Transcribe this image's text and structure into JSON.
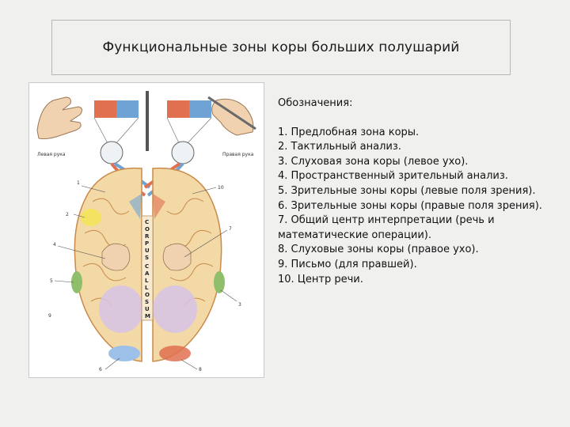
{
  "slide": {
    "title": "Функциональные зоны коры больших полушарий"
  },
  "figure": {
    "left_hand_label": "Левая рука",
    "right_hand_label": "Правая рука",
    "corpus_callosum_letters": [
      "C",
      "O",
      "R",
      "P",
      "U",
      "S",
      "C",
      "A",
      "L",
      "L",
      "O",
      "S",
      "U",
      "M"
    ],
    "zone_numbers": [
      "1",
      "2",
      "3",
      "4",
      "5",
      "6",
      "7",
      "8",
      "9",
      "10"
    ]
  },
  "legend": {
    "heading": "Обозначения:",
    "items": [
      "1. Предлобная зона коры.",
      "2. Тактильный анализ.",
      "3. Слуховая зона коры (левое ухо).",
      "4. Пространственный зрительный анализ.",
      "5. Зрительные зоны коры (левые поля зрения).",
      "6. Зрительные зоны коры (правые поля зрения).",
      "7. Общий центр интерпретации (речь и математические операции).",
      "8. Слуховые зоны коры (правое ухо).",
      "9. Письмо (для правшей).",
      "10. Центр речи."
    ]
  },
  "colors": {
    "brain_tissue": "#f2d9a6",
    "gyri_lines": "#c98a4a",
    "visual_field_red": "#e0704f",
    "visual_field_blue": "#6fa3d6",
    "tactile_zone": "#f3e35a",
    "speech_zone_purple": "#d7c3e6",
    "auditory_green": "#8fbf6a",
    "occipital_blue": "#9cc0e8"
  }
}
